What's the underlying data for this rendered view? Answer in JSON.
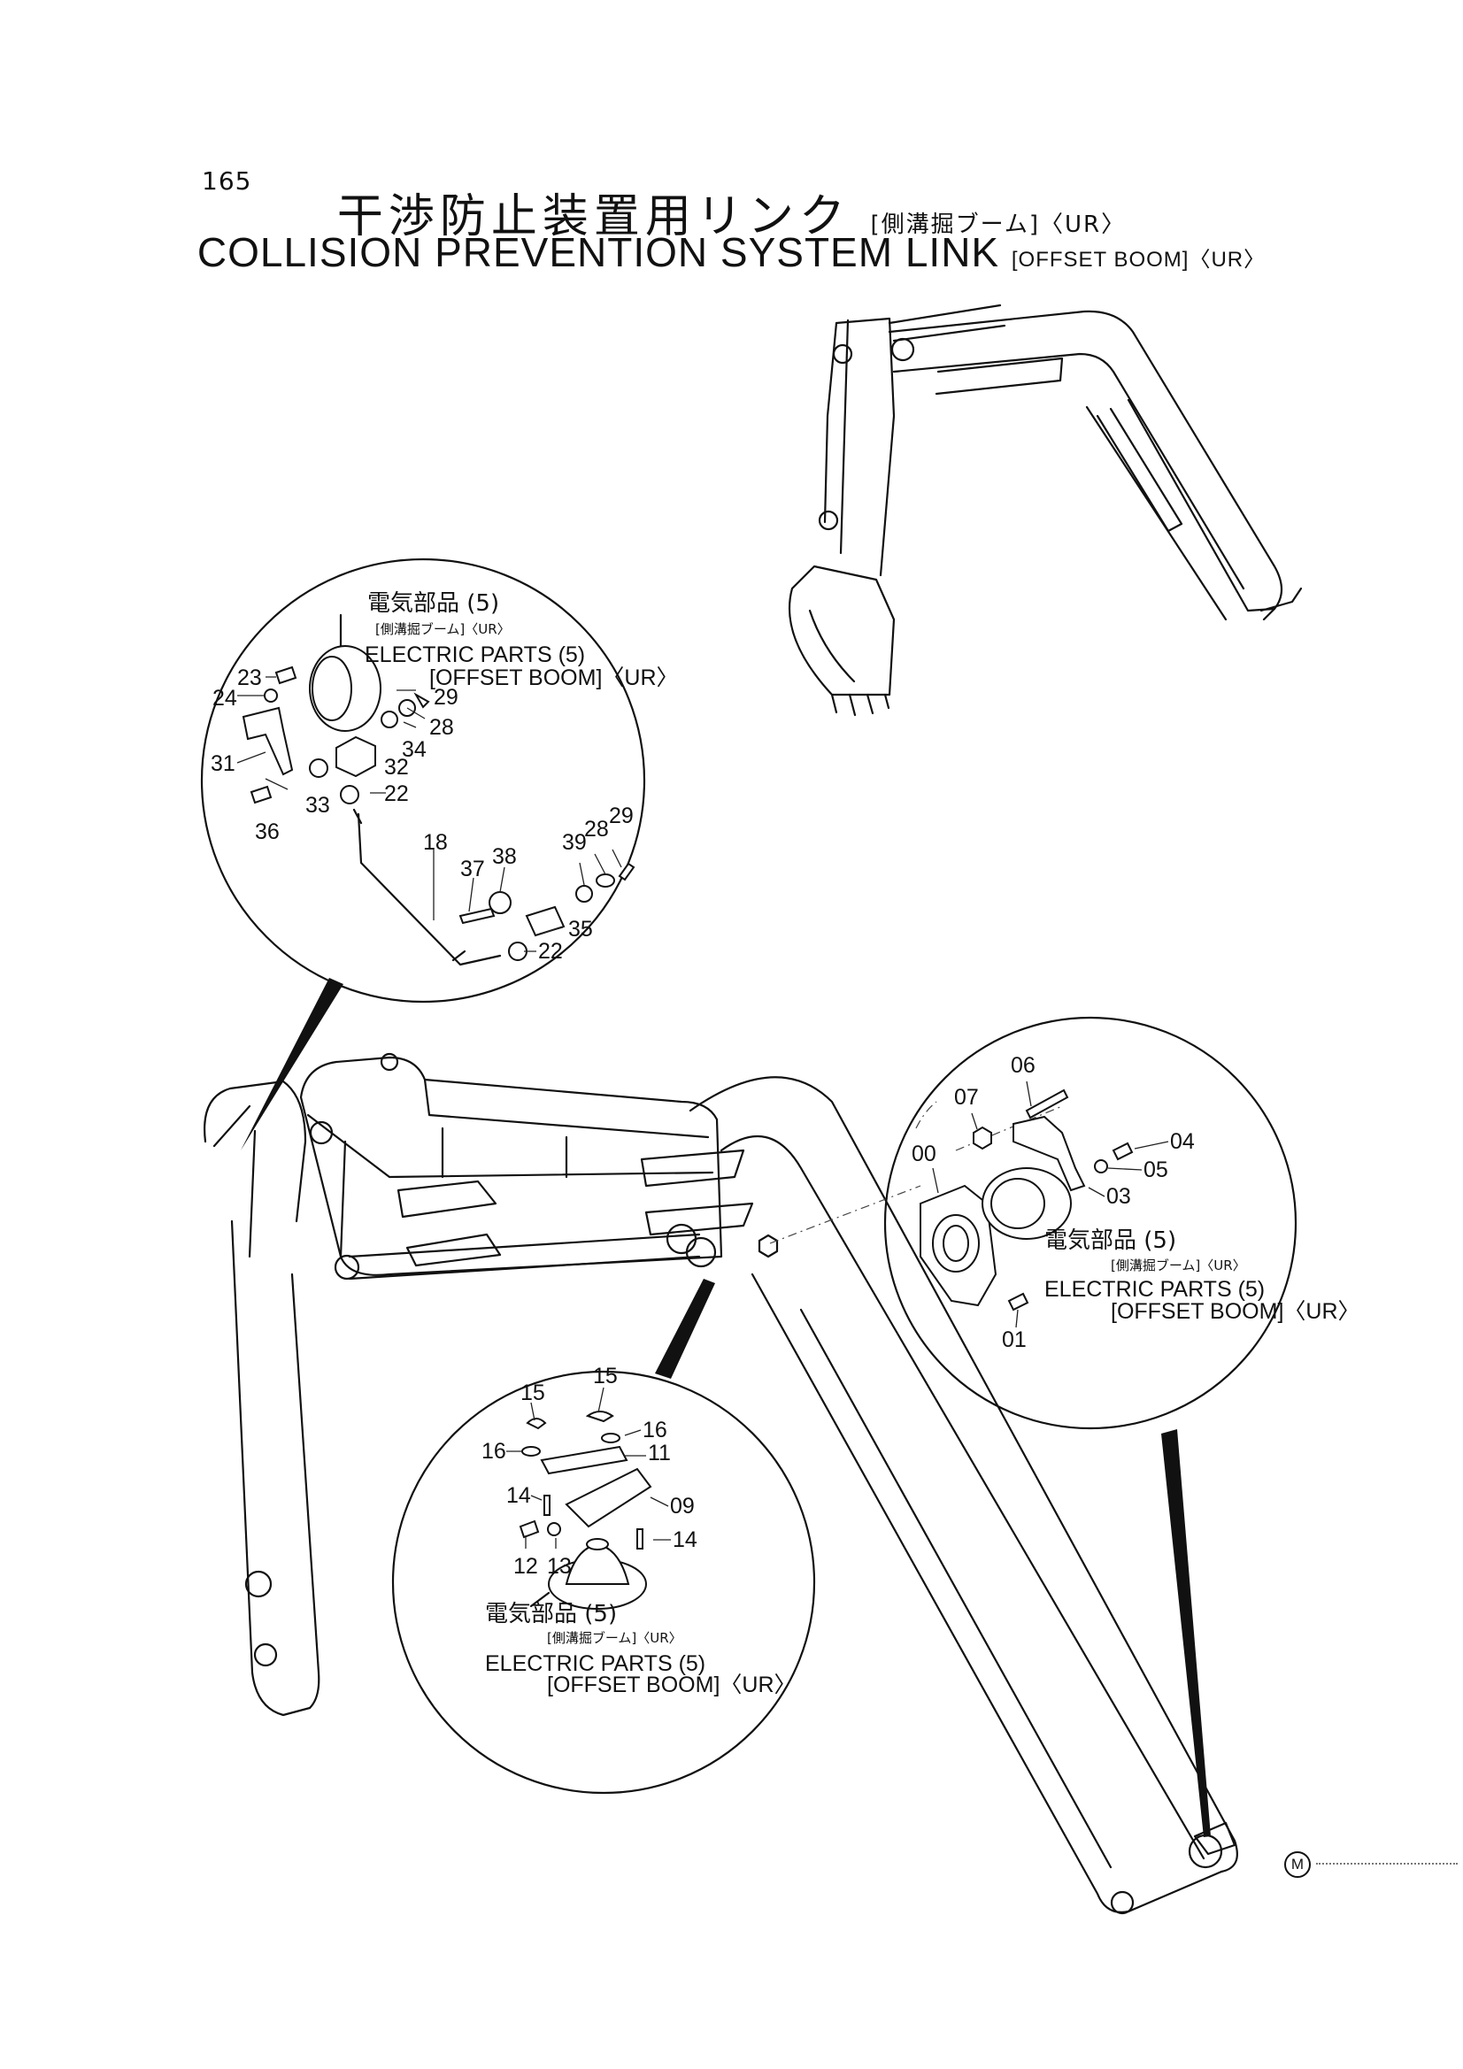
{
  "page_number": "165",
  "title": {
    "jp": "干渉防止装置用リンク",
    "jp_sub": "[側溝掘ブーム]〈UR〉",
    "en": "COLLISION PREVENTION SYSTEM LINK",
    "en_sub": "[OFFSET BOOM]〈UR〉"
  },
  "detail_note": {
    "jp": "電気部品 (5)",
    "jp_sub": "[側溝掘ブーム]〈UR〉",
    "en": "ELECTRIC PARTS (5)",
    "en_sub": "[OFFSET BOOM]〈UR〉"
  },
  "callouts_upper_left": [
    "23",
    "24",
    "31",
    "36",
    "33",
    "32",
    "22",
    "34",
    "28",
    "29",
    "18",
    "37",
    "38",
    "39",
    "28",
    "29",
    "35",
    "22"
  ],
  "callouts_right": [
    "06",
    "07",
    "04",
    "00",
    "05",
    "03",
    "01"
  ],
  "callouts_bottom": [
    "15",
    "15",
    "16",
    "16",
    "11",
    "14",
    "09",
    "14",
    "12",
    "13"
  ],
  "revision_mark": "M",
  "colors": {
    "ink": "#111111",
    "paper": "#ffffff"
  }
}
